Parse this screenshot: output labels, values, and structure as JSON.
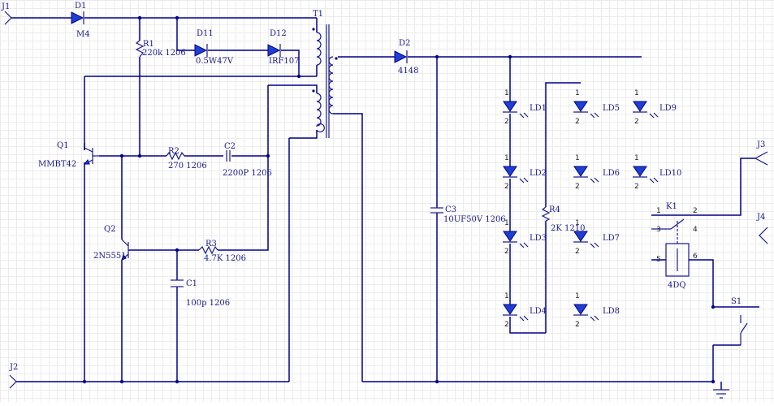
{
  "connectors": {
    "j1": "J1",
    "j2": "J2",
    "j3": "J3",
    "j4": "J4"
  },
  "components": {
    "d1": {
      "ref": "D1",
      "value": "M4"
    },
    "d11": {
      "ref": "D11",
      "value": "0.5W47V"
    },
    "d12": {
      "ref": "D12",
      "value": "IRF107"
    },
    "d2": {
      "ref": "D2",
      "value": "4148"
    },
    "t1": {
      "ref": "T1"
    },
    "r1": {
      "ref": "R1",
      "value": "220k 1206"
    },
    "r2": {
      "ref": "R2",
      "value": "270 1206"
    },
    "r3": {
      "ref": "R3",
      "value": "4.7K 1206"
    },
    "r4": {
      "ref": "R4",
      "value": "2K 1210"
    },
    "c1": {
      "ref": "C1",
      "value": "100p 1206"
    },
    "c2": {
      "ref": "C2",
      "value": "2200P 1206"
    },
    "c3": {
      "ref": "C3",
      "value": "10UF50V 1206"
    },
    "q1": {
      "ref": "Q1",
      "value": "MMBT42"
    },
    "q2": {
      "ref": "Q2",
      "value": "2N5551"
    },
    "k1": {
      "ref": "K1",
      "value": "4DQ"
    },
    "s1": {
      "ref": "S1"
    }
  },
  "leds": [
    "LD1",
    "LD2",
    "LD3",
    "LD4",
    "LD5",
    "LD6",
    "LD7",
    "LD8",
    "LD9",
    "LD10"
  ],
  "k1_pins": [
    "1",
    "2",
    "3",
    "4",
    "5",
    "6"
  ],
  "led_pin_labels": {
    "anode": "1",
    "cathode": "2"
  },
  "colors": {
    "wire": "#00008b",
    "label": "#1a1a8c",
    "diode_fill": "#1f3fd0",
    "grid": "#ececec"
  }
}
